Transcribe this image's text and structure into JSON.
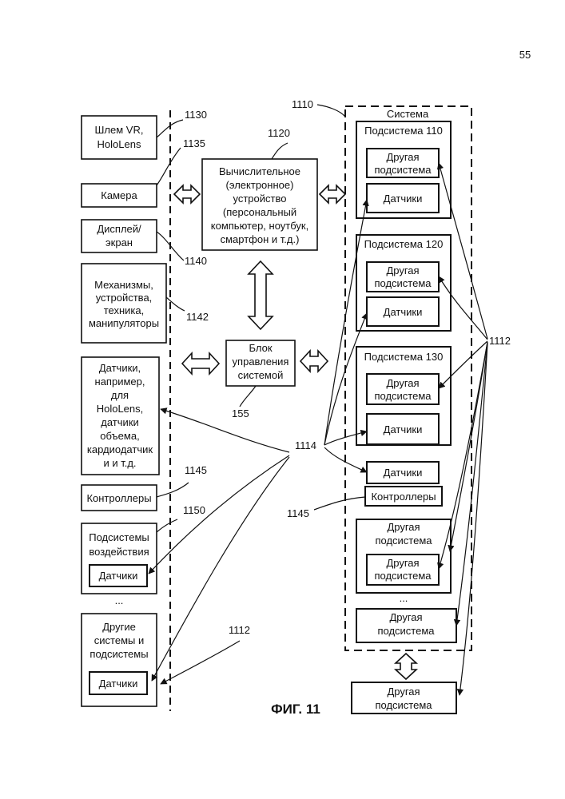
{
  "page_number": "55",
  "figure_caption": "ФИГ. 11",
  "left_column": {
    "vr_helmet": [
      "Шлем VR,",
      "HoloLens"
    ],
    "camera": "Камера",
    "display": [
      "Дисплей/",
      "экран"
    ],
    "mechanisms": [
      "Механизмы,",
      "устройства,",
      "техника,",
      "манипуляторы"
    ],
    "sensors_holo": [
      "Датчики,",
      "например,",
      "для",
      "HoloLens,",
      "датчики",
      "объема,",
      "кардиодатчик",
      "и и т.д."
    ],
    "controllers": "Контроллеры",
    "impact_subsystems": [
      "Подсистемы",
      "воздействия"
    ],
    "impact_sensors": "Датчики",
    "ellipsis": "...",
    "other_systems": [
      "Другие",
      "системы и",
      "подсистемы"
    ],
    "other_sensors": "Датчики"
  },
  "center": {
    "computing_device": [
      "Вычислительное",
      "(электронное)",
      "устройство",
      "(персональный",
      "компьютер, ноутбук,",
      "смартфон и т.д.)"
    ],
    "control_unit": [
      "Блок",
      "управления",
      "системой"
    ]
  },
  "system": {
    "title": "Система",
    "sub110": "Подсистема 110",
    "sub120": "Подсистема 120",
    "sub130": "Подсистема 130",
    "other_subsystem": [
      "Другая",
      "подсистема"
    ],
    "sensors": "Датчики",
    "controllers": "Контроллеры",
    "ellipsis": "...",
    "external_other": [
      "Другая",
      "подсистема"
    ]
  },
  "refs": {
    "r1130": "1130",
    "r1135": "1135",
    "r1140": "1140",
    "r1142": "1142",
    "r1120": "1120",
    "r155": "155",
    "r1110": "1110",
    "r1112a": "1112",
    "r1112b": "1112",
    "r1114": "1114",
    "r1145a": "1145",
    "r1145b": "1145",
    "r1150": "1150"
  }
}
